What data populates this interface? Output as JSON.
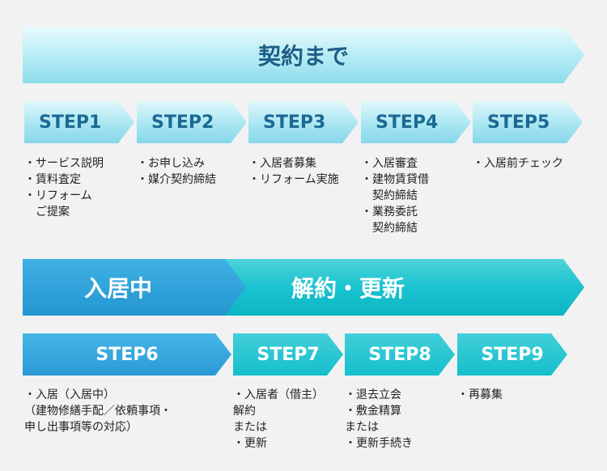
{
  "banners": {
    "top": "契約まで",
    "move_in": "入居中",
    "cancel_renew": "解約・更新"
  },
  "steps": [
    {
      "label": "STEP1",
      "items": [
        "・サービス説明",
        "・賃料査定",
        "・リフォーム",
        "　ご提案"
      ]
    },
    {
      "label": "STEP2",
      "items": [
        "・お申し込み",
        "・媒介契約締結"
      ]
    },
    {
      "label": "STEP3",
      "items": [
        "・入居者募集",
        "・リフォーム実施"
      ]
    },
    {
      "label": "STEP4",
      "items": [
        "・入居審査",
        "・建物賃貸借",
        "　契約締結",
        "・業務委託",
        "　契約締結"
      ]
    },
    {
      "label": "STEP5",
      "items": [
        "・入居前チェック"
      ]
    },
    {
      "label": "STEP6",
      "items": [
        "・入居（入居中）",
        "（建物修繕手配／依頼事項・",
        "申し出事項等の対応）"
      ]
    },
    {
      "label": "STEP7",
      "items": [
        "・入居者（借主）",
        "解約",
        "または",
        "・更新"
      ]
    },
    {
      "label": "STEP8",
      "items": [
        "・退去立会",
        "・敷金精算",
        "または",
        "・更新手続き"
      ]
    },
    {
      "label": "STEP9",
      "items": [
        "・再募集"
      ]
    }
  ],
  "colors": {
    "background": "#f2f2f2",
    "light_text": "#1a6a93",
    "blue": "#2a9ad5",
    "teal": "#14bfcc"
  }
}
